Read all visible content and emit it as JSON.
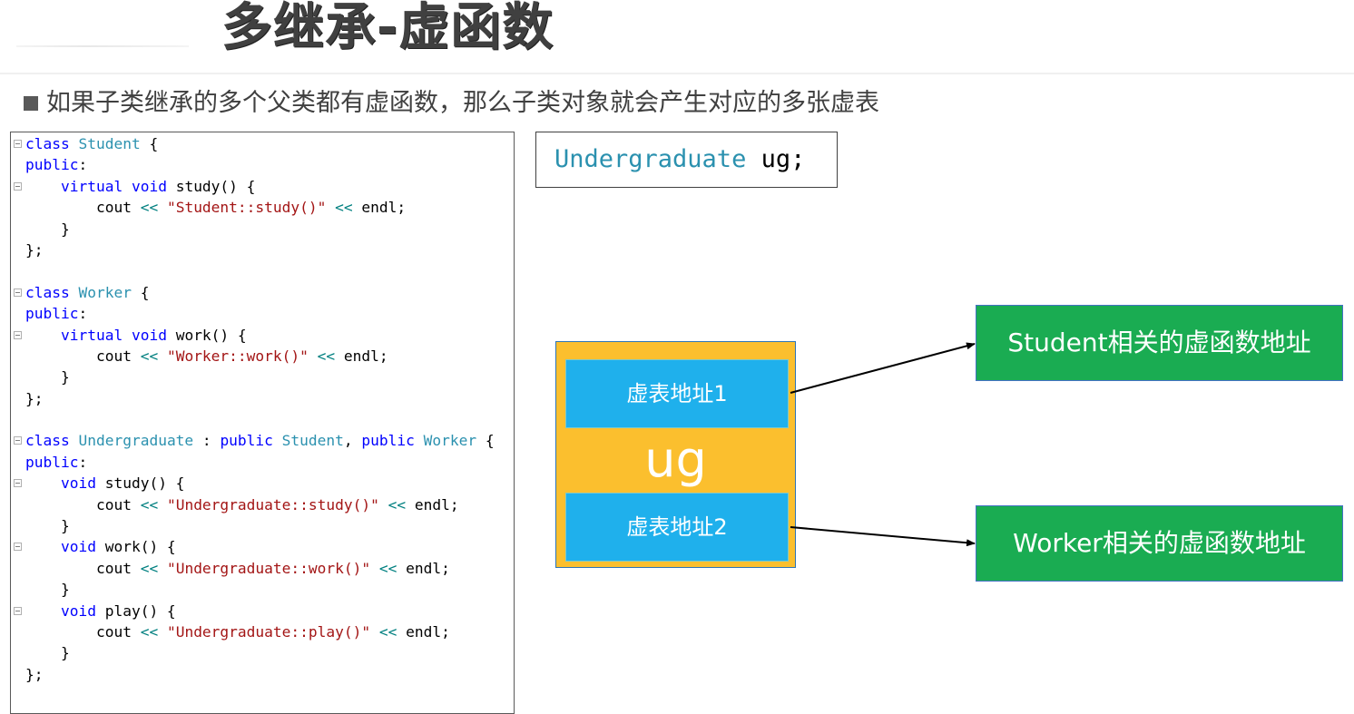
{
  "slide": {
    "title": "多继承-虚函数",
    "bullet": "如果子类继承的多个父类都有虚函数，那么子类对象就会产生对应的多张虚表"
  },
  "code": {
    "lines": [
      {
        "fold": true,
        "tokens": [
          {
            "t": "kw",
            "v": "class"
          },
          {
            "t": "pl",
            "v": " "
          },
          {
            "t": "ty",
            "v": "Student"
          },
          {
            "t": "pl",
            "v": " {"
          }
        ]
      },
      {
        "fold": false,
        "tokens": [
          {
            "t": "kw",
            "v": "public"
          },
          {
            "t": "pl",
            "v": ":"
          }
        ]
      },
      {
        "fold": true,
        "tokens": [
          {
            "t": "pl",
            "v": "    "
          },
          {
            "t": "kw",
            "v": "virtual"
          },
          {
            "t": "pl",
            "v": " "
          },
          {
            "t": "kw",
            "v": "void"
          },
          {
            "t": "pl",
            "v": " study() {"
          }
        ]
      },
      {
        "fold": false,
        "tokens": [
          {
            "t": "pl",
            "v": "        cout "
          },
          {
            "t": "op",
            "v": "<<"
          },
          {
            "t": "pl",
            "v": " "
          },
          {
            "t": "st",
            "v": "\"Student::study()\""
          },
          {
            "t": "pl",
            "v": " "
          },
          {
            "t": "op",
            "v": "<<"
          },
          {
            "t": "pl",
            "v": " endl;"
          }
        ]
      },
      {
        "fold": false,
        "tokens": [
          {
            "t": "pl",
            "v": "    }"
          }
        ]
      },
      {
        "fold": false,
        "tokens": [
          {
            "t": "pl",
            "v": "};"
          }
        ]
      },
      {
        "fold": false,
        "tokens": [
          {
            "t": "pl",
            "v": ""
          }
        ]
      },
      {
        "fold": true,
        "tokens": [
          {
            "t": "kw",
            "v": "class"
          },
          {
            "t": "pl",
            "v": " "
          },
          {
            "t": "ty",
            "v": "Worker"
          },
          {
            "t": "pl",
            "v": " {"
          }
        ]
      },
      {
        "fold": false,
        "tokens": [
          {
            "t": "kw",
            "v": "public"
          },
          {
            "t": "pl",
            "v": ":"
          }
        ]
      },
      {
        "fold": true,
        "tokens": [
          {
            "t": "pl",
            "v": "    "
          },
          {
            "t": "kw",
            "v": "virtual"
          },
          {
            "t": "pl",
            "v": " "
          },
          {
            "t": "kw",
            "v": "void"
          },
          {
            "t": "pl",
            "v": " work() {"
          }
        ]
      },
      {
        "fold": false,
        "tokens": [
          {
            "t": "pl",
            "v": "        cout "
          },
          {
            "t": "op",
            "v": "<<"
          },
          {
            "t": "pl",
            "v": " "
          },
          {
            "t": "st",
            "v": "\"Worker::work()\""
          },
          {
            "t": "pl",
            "v": " "
          },
          {
            "t": "op",
            "v": "<<"
          },
          {
            "t": "pl",
            "v": " endl;"
          }
        ]
      },
      {
        "fold": false,
        "tokens": [
          {
            "t": "pl",
            "v": "    }"
          }
        ]
      },
      {
        "fold": false,
        "tokens": [
          {
            "t": "pl",
            "v": "};"
          }
        ]
      },
      {
        "fold": false,
        "tokens": [
          {
            "t": "pl",
            "v": ""
          }
        ]
      },
      {
        "fold": true,
        "tokens": [
          {
            "t": "kw",
            "v": "class"
          },
          {
            "t": "pl",
            "v": " "
          },
          {
            "t": "ty",
            "v": "Undergraduate"
          },
          {
            "t": "pl",
            "v": " : "
          },
          {
            "t": "kw",
            "v": "public"
          },
          {
            "t": "pl",
            "v": " "
          },
          {
            "t": "ty",
            "v": "Student"
          },
          {
            "t": "pl",
            "v": ", "
          },
          {
            "t": "kw",
            "v": "public"
          },
          {
            "t": "pl",
            "v": " "
          },
          {
            "t": "ty",
            "v": "Worker"
          },
          {
            "t": "pl",
            "v": " {"
          }
        ]
      },
      {
        "fold": false,
        "tokens": [
          {
            "t": "kw",
            "v": "public"
          },
          {
            "t": "pl",
            "v": ":"
          }
        ]
      },
      {
        "fold": true,
        "tokens": [
          {
            "t": "pl",
            "v": "    "
          },
          {
            "t": "kw",
            "v": "void"
          },
          {
            "t": "pl",
            "v": " study() {"
          }
        ]
      },
      {
        "fold": false,
        "tokens": [
          {
            "t": "pl",
            "v": "        cout "
          },
          {
            "t": "op",
            "v": "<<"
          },
          {
            "t": "pl",
            "v": " "
          },
          {
            "t": "st",
            "v": "\"Undergraduate::study()\""
          },
          {
            "t": "pl",
            "v": " "
          },
          {
            "t": "op",
            "v": "<<"
          },
          {
            "t": "pl",
            "v": " endl;"
          }
        ]
      },
      {
        "fold": false,
        "tokens": [
          {
            "t": "pl",
            "v": "    }"
          }
        ]
      },
      {
        "fold": true,
        "tokens": [
          {
            "t": "pl",
            "v": "    "
          },
          {
            "t": "kw",
            "v": "void"
          },
          {
            "t": "pl",
            "v": " work() {"
          }
        ]
      },
      {
        "fold": false,
        "tokens": [
          {
            "t": "pl",
            "v": "        cout "
          },
          {
            "t": "op",
            "v": "<<"
          },
          {
            "t": "pl",
            "v": " "
          },
          {
            "t": "st",
            "v": "\"Undergraduate::work()\""
          },
          {
            "t": "pl",
            "v": " "
          },
          {
            "t": "op",
            "v": "<<"
          },
          {
            "t": "pl",
            "v": " endl;"
          }
        ]
      },
      {
        "fold": false,
        "tokens": [
          {
            "t": "pl",
            "v": "    }"
          }
        ]
      },
      {
        "fold": true,
        "tokens": [
          {
            "t": "pl",
            "v": "    "
          },
          {
            "t": "kw",
            "v": "void"
          },
          {
            "t": "pl",
            "v": " play() {"
          }
        ]
      },
      {
        "fold": false,
        "tokens": [
          {
            "t": "pl",
            "v": "        cout "
          },
          {
            "t": "op",
            "v": "<<"
          },
          {
            "t": "pl",
            "v": " "
          },
          {
            "t": "st",
            "v": "\"Undergraduate::play()\""
          },
          {
            "t": "pl",
            "v": " "
          },
          {
            "t": "op",
            "v": "<<"
          },
          {
            "t": "pl",
            "v": " endl;"
          }
        ]
      },
      {
        "fold": false,
        "tokens": [
          {
            "t": "pl",
            "v": "    }"
          }
        ]
      },
      {
        "fold": false,
        "tokens": [
          {
            "t": "pl",
            "v": "};"
          }
        ]
      }
    ]
  },
  "declaration": {
    "type": "Undergraduate",
    "rest": " ug;"
  },
  "diagram": {
    "object_label": "ug",
    "vptr1_label": "虚表地址1",
    "vptr2_label": "虚表地址2",
    "student_vtable_label": "Student相关的虚函数地址",
    "worker_vtable_label": "Worker相关的虚函数地址",
    "colors": {
      "object_fill": "#fbbf2e",
      "vptr_fill": "#1fb0ec",
      "vtable_fill": "#1aac52",
      "arrow": "#000000"
    }
  }
}
